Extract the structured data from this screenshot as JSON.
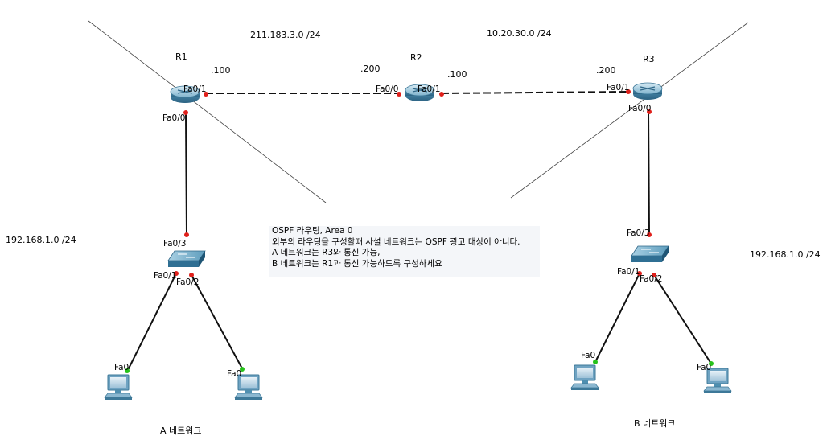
{
  "routers": [
    {
      "id": "R1",
      "label": "R1"
    },
    {
      "id": "R2",
      "label": "R2"
    },
    {
      "id": "R3",
      "label": "R3"
    }
  ],
  "networks": {
    "wan_left": "211.183.3.0 /24",
    "wan_right": "10.20.30.0 /24",
    "lan_left": "192.168.1.0 /24",
    "lan_right": "192.168.1.0 /24"
  },
  "host_ips": {
    "r1_fa01": ".100",
    "r2_fa00": ".200",
    "r2_fa01": ".100",
    "r3_fa01": ".200"
  },
  "ports": {
    "r1_fa01": "Fa0/1",
    "r1_fa00": "Fa0/0",
    "r2_fa00": "Fa0/0",
    "r2_fa01": "Fa0/1",
    "r3_fa01": "Fa0/1",
    "r3_fa00": "Fa0/0",
    "sw1_fa03": "Fa0/3",
    "sw1_fa01": "Fa0/1",
    "sw1_fa02": "Fa0/2",
    "sw2_fa03": "Fa0/3",
    "sw2_fa01": "Fa0/1",
    "sw2_fa02": "Fa0/2",
    "pc1_fa0": "Fa0",
    "pc2_fa0": "Fa0",
    "pc3_fa0": "Fa0",
    "pc4_fa0": "Fa0"
  },
  "note": {
    "line1": "OSPF 라우팅, Area 0",
    "line2": "외부의 라우팅을 구성할때 사설 네트워크는 OSPF 광고 대상이 아니다.",
    "line3": "A 네트워크는 R3와 통신 가능,",
    "line4": "B 네트워크는 R1과 통신 가능하도록 구성하세요"
  },
  "groups": {
    "a": "A 네트워크",
    "b": "B 네트워크"
  },
  "colors": {
    "port_down": "#e0201b",
    "port_up": "#27c21a",
    "router_body": "#4f8fb0",
    "switch_body": "#3f86ac",
    "pc_body": "#9fc2d8"
  }
}
